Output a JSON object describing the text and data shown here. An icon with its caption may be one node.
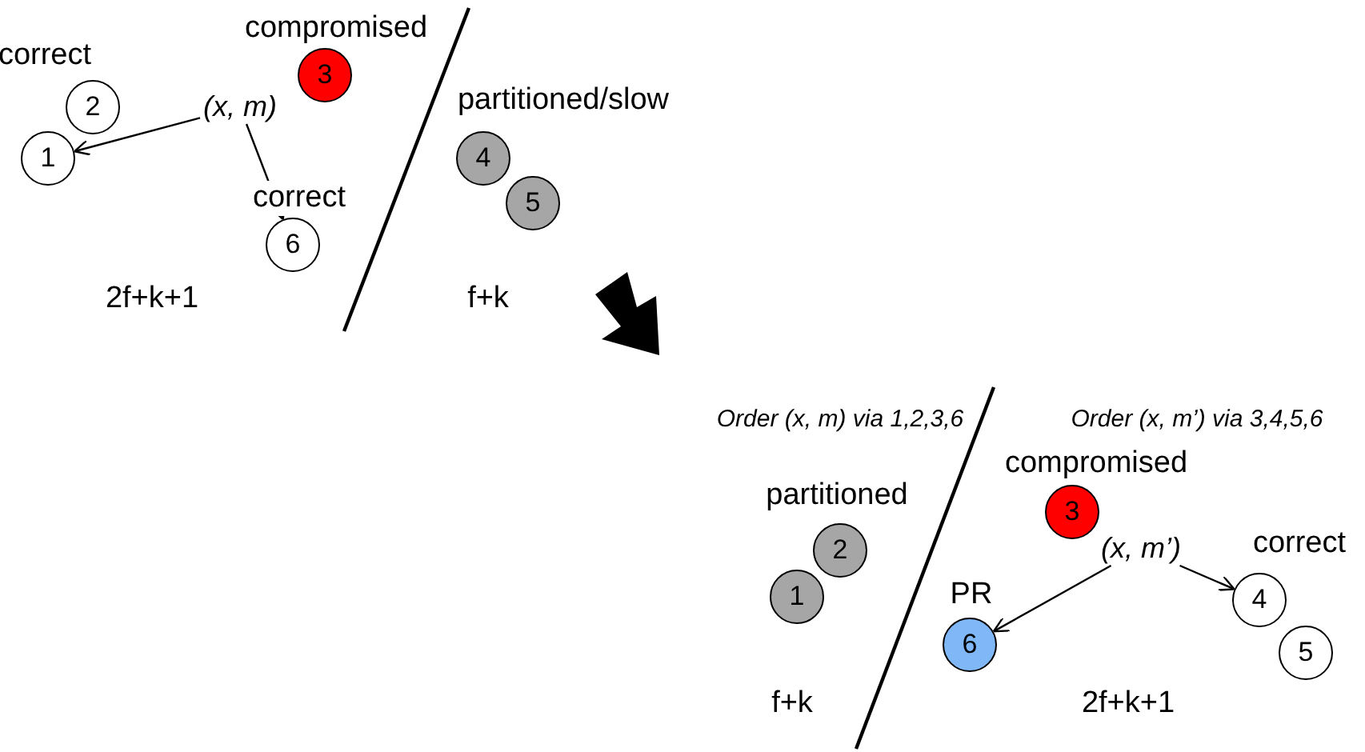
{
  "diagram": {
    "nodes": [
      {
        "text": [
          "2"
        ]
      },
      {
        "text": [
          "1"
        ]
      },
      {
        "text": [
          "3"
        ]
      },
      {
        "text": [
          "(x, m)"
        ]
      },
      {
        "text": [
          "6"
        ]
      },
      {
        "text": [
          "4"
        ]
      },
      {
        "text": [
          "5"
        ]
      },
      {
        "text": [
          "2"
        ]
      },
      {
        "text": [
          "1"
        ]
      },
      {
        "text": [
          "3"
        ]
      },
      {
        "text": [
          "(x, m’)"
        ]
      },
      {
        "text": [
          "6"
        ]
      },
      {
        "text": [
          "4"
        ]
      },
      {
        "text": [
          "5"
        ]
      }
    ],
    "edges": [
      {
        "from": 3,
        "to": 1,
        "arrow": "to"
      },
      {
        "from": 3,
        "to": 4,
        "arrow": "to"
      },
      {
        "from": 10,
        "to": 11,
        "arrow": "to"
      },
      {
        "from": 10,
        "to": 12,
        "arrow": "to"
      }
    ],
    "labels": [
      "compromised",
      "correct",
      "partitioned/slow",
      "correct",
      "2f+k+1",
      "f+k",
      "Order (x, m) via 1,2,3,6",
      "Order (x, m’) via 3,4,5,6",
      "partitioned",
      "compromised",
      "correct",
      "PR",
      "f+k",
      "2f+k+1"
    ]
  }
}
